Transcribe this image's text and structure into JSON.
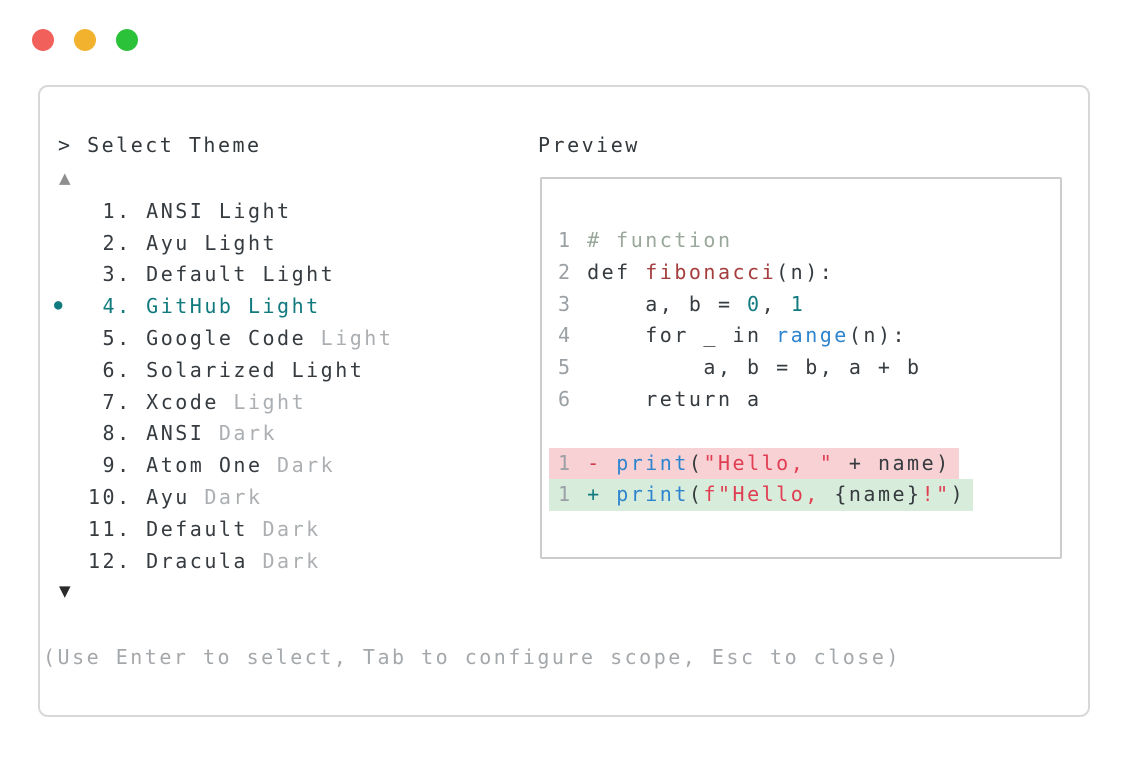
{
  "window": {
    "controls": [
      {
        "name": "close",
        "color": "#f1605a"
      },
      {
        "name": "minimize",
        "color": "#f2b22d"
      },
      {
        "name": "maximize",
        "color": "#2bc139"
      }
    ]
  },
  "theme_picker": {
    "prompt": "> Select Theme",
    "scroll_up_indicator": "▲",
    "scroll_down_indicator": "▼",
    "selected_marker": "●",
    "hint": "(Use Enter to select, Tab to configure scope, Esc to close)",
    "items": [
      {
        "number": "1.",
        "name": "ANSI Light",
        "muted_suffix": "",
        "selected": false
      },
      {
        "number": "2.",
        "name": "Ayu Light",
        "muted_suffix": "",
        "selected": false
      },
      {
        "number": "3.",
        "name": "Default Light",
        "muted_suffix": "",
        "selected": false
      },
      {
        "number": "4.",
        "name": "GitHub Light",
        "muted_suffix": "",
        "selected": true
      },
      {
        "number": "5.",
        "name": "Google Code",
        "muted_suffix": "Light",
        "selected": false
      },
      {
        "number": "6.",
        "name": "Solarized Light",
        "muted_suffix": "",
        "selected": false
      },
      {
        "number": "7.",
        "name": "Xcode",
        "muted_suffix": "Light",
        "selected": false
      },
      {
        "number": "8.",
        "name": "ANSI",
        "muted_suffix": "Dark",
        "selected": false
      },
      {
        "number": "9.",
        "name": "Atom One",
        "muted_suffix": "Dark",
        "selected": false
      },
      {
        "number": "10.",
        "name": "Ayu",
        "muted_suffix": "Dark",
        "selected": false
      },
      {
        "number": "11.",
        "name": "Default",
        "muted_suffix": "Dark",
        "selected": false
      },
      {
        "number": "12.",
        "name": "Dracula",
        "muted_suffix": "Dark",
        "selected": false
      }
    ]
  },
  "preview": {
    "title": "Preview",
    "lines": [
      {
        "no": "1",
        "tokens": [
          [
            "comment",
            "# function"
          ]
        ]
      },
      {
        "no": "2",
        "tokens": [
          [
            "fg",
            "def "
          ],
          [
            "func",
            "fibonacci"
          ],
          [
            "fg",
            "(n):"
          ]
        ]
      },
      {
        "no": "3",
        "tokens": [
          [
            "fg",
            "    a, b = "
          ],
          [
            "num",
            "0"
          ],
          [
            "fg",
            ", "
          ],
          [
            "num",
            "1"
          ]
        ]
      },
      {
        "no": "4",
        "tokens": [
          [
            "fg",
            "    for _ in "
          ],
          [
            "call",
            "range"
          ],
          [
            "fg",
            "(n):"
          ]
        ]
      },
      {
        "no": "5",
        "tokens": [
          [
            "fg",
            "        a, b = b, a + b"
          ]
        ]
      },
      {
        "no": "6",
        "tokens": [
          [
            "fg",
            "    return a"
          ]
        ]
      },
      {
        "no": "",
        "tokens": []
      },
      {
        "no": "1",
        "diff": "removed",
        "sign": "-",
        "tokens": [
          [
            "call",
            "print"
          ],
          [
            "fg",
            "("
          ],
          [
            "str",
            "\"Hello, \""
          ],
          [
            "fg",
            " + name)"
          ]
        ]
      },
      {
        "no": "1",
        "diff": "added",
        "sign": "+",
        "tokens": [
          [
            "call",
            "print"
          ],
          [
            "fg",
            "("
          ],
          [
            "str",
            "f\"Hello, "
          ],
          [
            "fg",
            "{name}"
          ],
          [
            "str",
            "!\""
          ],
          [
            "fg",
            ")"
          ]
        ]
      }
    ]
  },
  "colors": {
    "text_dark": "#363b40",
    "text_muted": "#acafb2",
    "hint_gray": "#a5a8ab",
    "accent_teal": "#117a7f",
    "window_border": "#d8d8d8",
    "preview_border": "#cccccc",
    "diff_removed_bg": "#f8d1d4",
    "diff_added_bg": "#d7ecda",
    "code": {
      "fg": "#363b40",
      "comment": "#9aa89b",
      "func": "#a53e3e",
      "call": "#2f85cd",
      "str": "#e03e52",
      "num": "#117a7f",
      "lineno": "#9aa0a4",
      "minus": "#d43a4c",
      "plus": "#117a7f"
    }
  }
}
